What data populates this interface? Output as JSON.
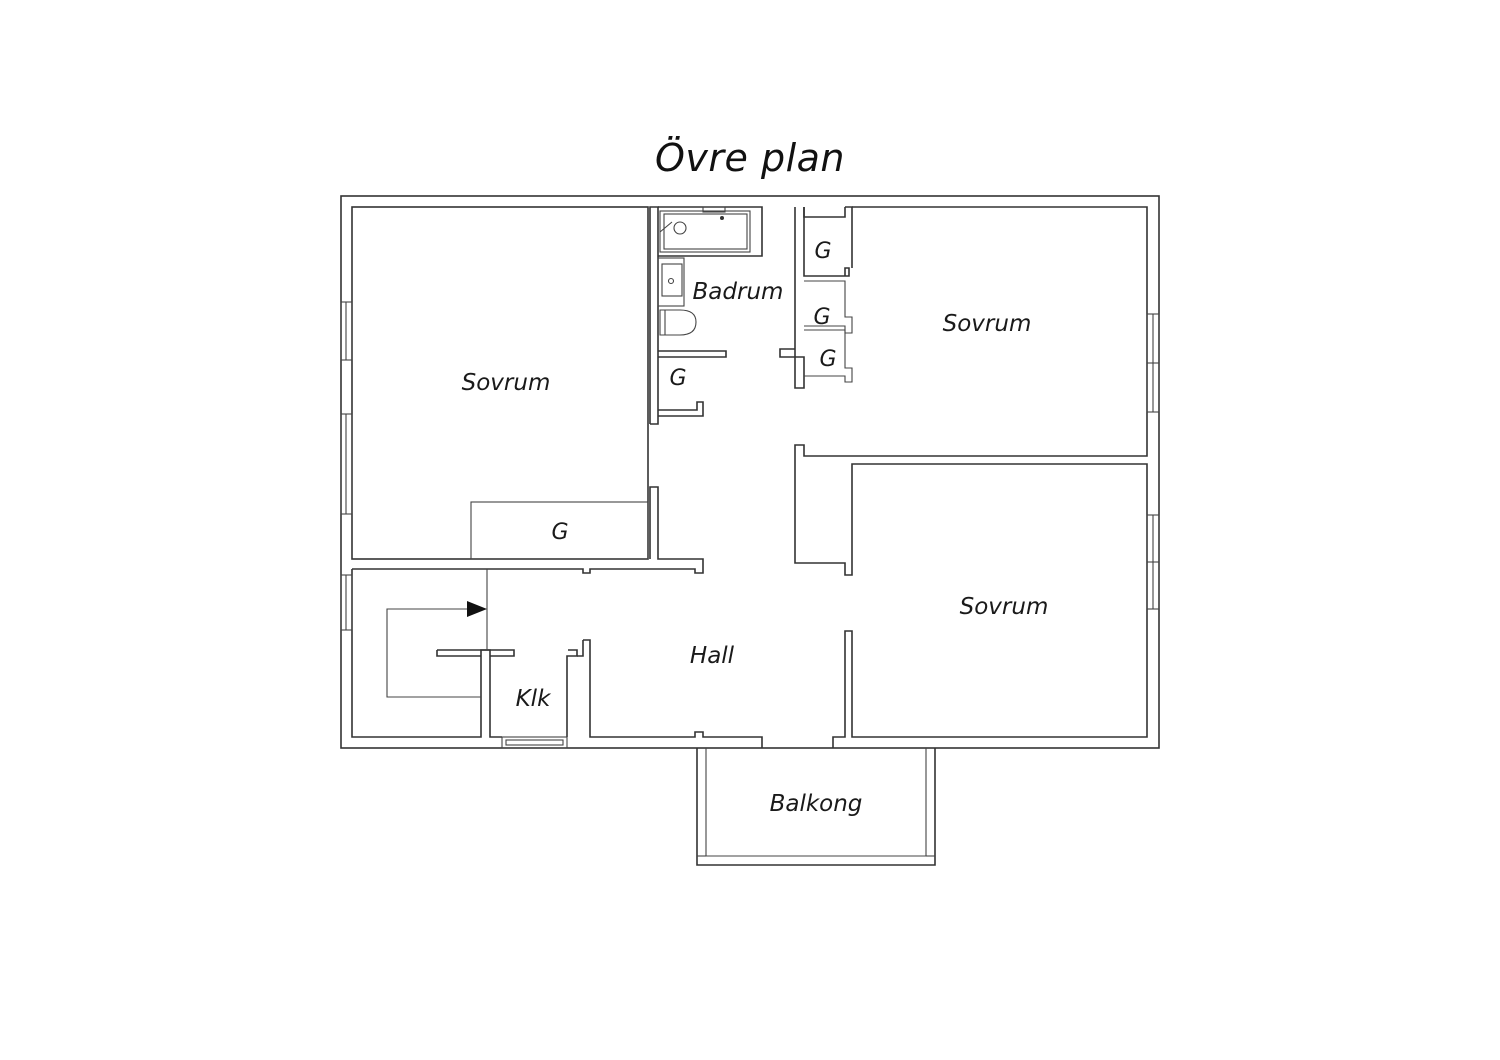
{
  "title": "Övre plan",
  "rooms": {
    "sovrum_left": "Sovrum",
    "badrum": "Badrum",
    "sovrum_top_right": "Sovrum",
    "sovrum_bottom_right": "Sovrum",
    "hall": "Hall",
    "klk": "Klk",
    "balkong": "Balkong"
  },
  "closets": {
    "g_top_1": "G",
    "g_top_2": "G",
    "g_top_3": "G",
    "g_badrum": "G",
    "g_sovrum": "G"
  },
  "icons": [
    "stair-arrow-icon",
    "bathtub-icon",
    "sink-icon",
    "toilet-icon",
    "window-icon"
  ],
  "colors": {
    "line": "#333333",
    "background": "#ffffff"
  }
}
